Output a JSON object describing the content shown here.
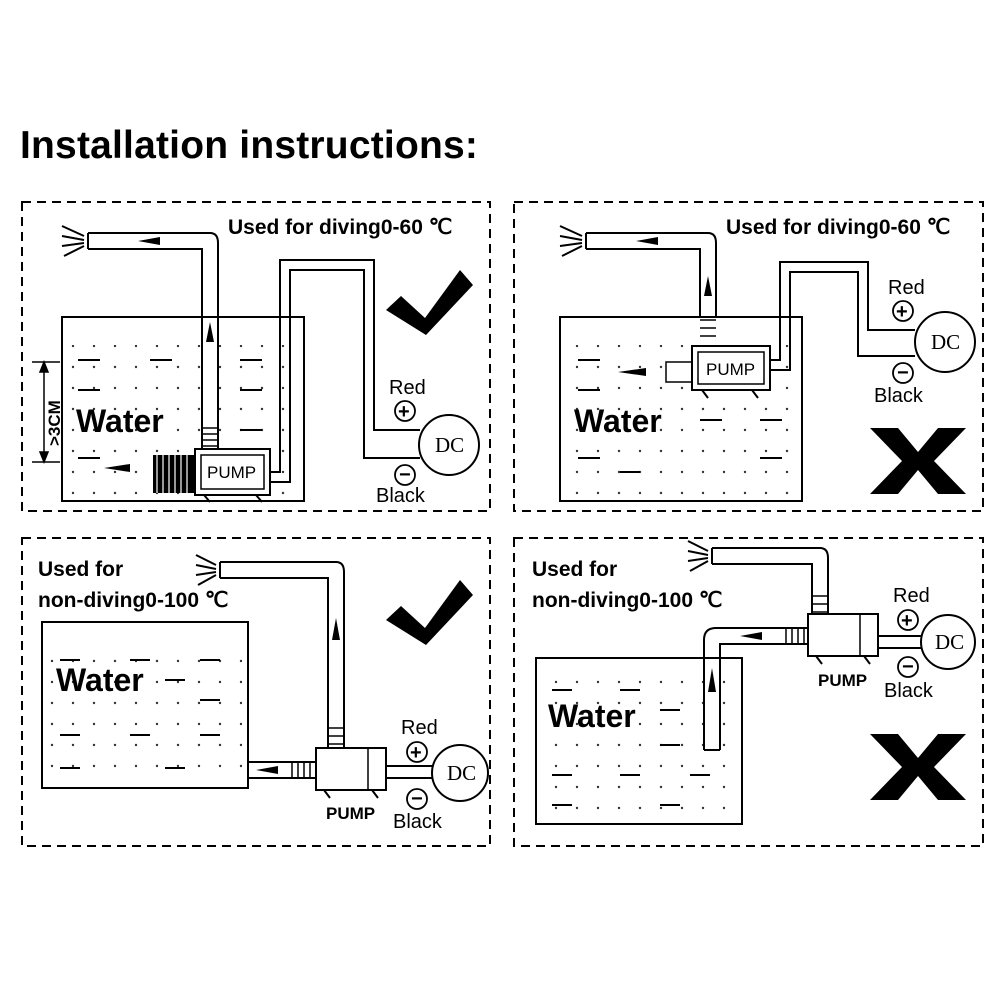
{
  "title": "Installation instructions:",
  "panels": [
    {
      "condition": "Used for diving0-60 ℃",
      "water_label": "Water",
      "pump_label": "PUMP",
      "red_label": "Red",
      "black_label": "Black",
      "dc_label": "DC",
      "depth_label": ">3CM",
      "verdict": "check"
    },
    {
      "condition": "Used for diving0-60 ℃",
      "water_label": "Water",
      "pump_label": "PUMP",
      "red_label": "Red",
      "black_label": "Black",
      "dc_label": "DC",
      "verdict": "cross"
    },
    {
      "condition_line1": "Used for",
      "condition_line2": "non-diving0-100 ℃",
      "water_label": "Water",
      "pump_label": "PUMP",
      "red_label": "Red",
      "black_label": "Black",
      "dc_label": "DC",
      "verdict": "check"
    },
    {
      "condition_line1": "Used for",
      "condition_line2": "non-diving0-100 ℃",
      "water_label": "Water",
      "pump_label": "PUMP",
      "red_label": "Red",
      "black_label": "Black",
      "dc_label": "DC",
      "verdict": "cross"
    }
  ],
  "signs": {
    "plus": "+",
    "minus": "−"
  }
}
